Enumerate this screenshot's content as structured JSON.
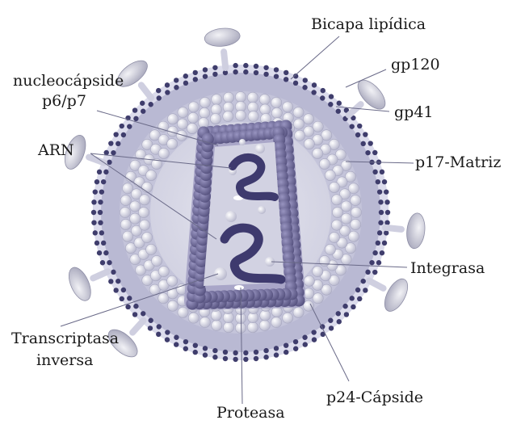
{
  "colors": {
    "membrane_outer": "#474574",
    "envelope_fill": "#b8b8d4",
    "matrix_ring": "#c2c2d8",
    "matrix_bead": "#e8e8f2",
    "interior": "#d6d6e4",
    "capsid": "#706c9c",
    "capsid_dark": "#58547f",
    "rna": "#3e3a6e",
    "glyco": "#c6c6d6",
    "leader": "#7a7a96",
    "text": "#1a1a1a"
  },
  "labels": {
    "bicapa": "Bicapa lipídica",
    "gp120": "gp120",
    "gp41": "gp41",
    "nucleo_line1": "nucleocápside",
    "nucleo_line2": "p6/p7",
    "arn": "ARN",
    "p17": "p17-Matriz",
    "integrasa": "Integrasa",
    "transcriptasa_line1": "Transcriptasa",
    "transcriptasa_line2": "inversa",
    "proteasa": "Proteasa",
    "p24": "p24-Cápside"
  },
  "icons": [
    "gp120-spike",
    "lipid-bilayer",
    "capsid-cone",
    "rna-strand"
  ]
}
